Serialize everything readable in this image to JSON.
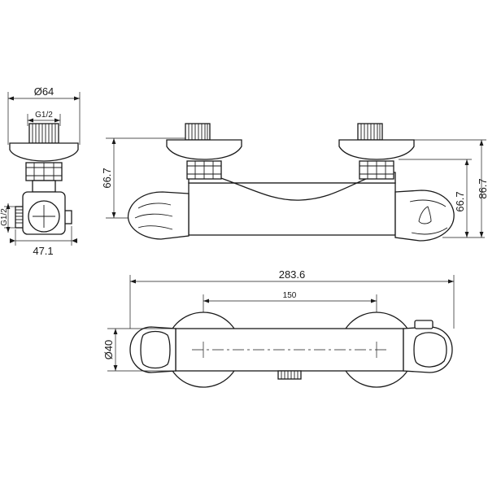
{
  "dimensions": {
    "side_diameter": "Ø64",
    "side_thread_top": "G1/2",
    "side_thread_left": "G1/2",
    "side_depth": "47.1",
    "front_height_left": "66.7",
    "front_height_right_inner": "66.7",
    "front_height_right_total": "86.7",
    "top_overall_length": "283.6",
    "top_inlet_spacing": "150",
    "top_diameter": "Ø40"
  }
}
